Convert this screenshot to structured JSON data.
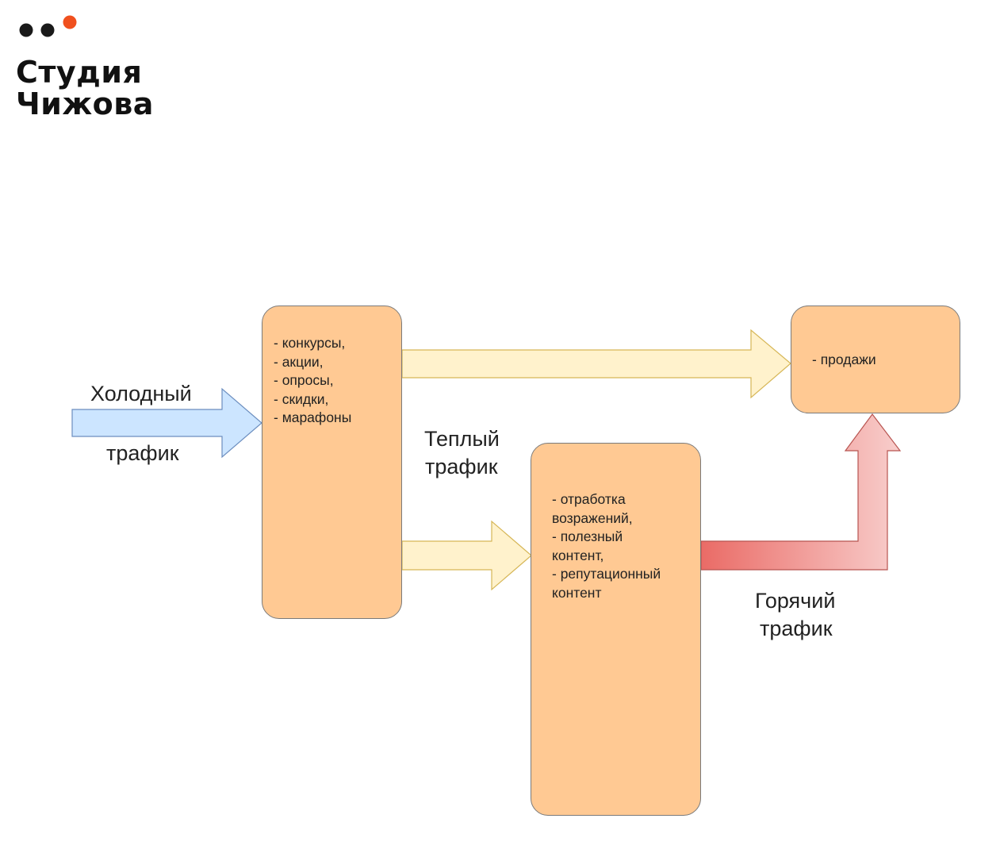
{
  "logo": {
    "line1": "Студия",
    "line2": "Чижова",
    "dot_colors": [
      "#1a1a1a",
      "#1a1a1a",
      "#f0501e"
    ]
  },
  "boxes": {
    "activities": {
      "items": [
        "- конкурсы,",
        "- акции,",
        "- опросы,",
        "- скидки,",
        "- марафоны"
      ]
    },
    "nurturing": {
      "items": [
        "- отработка",
        "возражений,",
        "- полезный",
        "контент,",
        "- репутационный",
        "контент"
      ]
    },
    "sales": {
      "items": [
        "- продажи"
      ]
    }
  },
  "labels": {
    "cold_line1": "Холодный",
    "cold_line2": "трафик",
    "warm_line1": "Теплый",
    "warm_line2": "трафик",
    "hot_line1": "Горячий",
    "hot_line2": "трафик"
  },
  "colors": {
    "box_fill": "#ffc993",
    "cold_arrow": "#cce5ff",
    "warm_arrow": "#fff2cc",
    "hot_arrow_start": "#ea6b66",
    "hot_arrow_end": "#f8cecc"
  }
}
